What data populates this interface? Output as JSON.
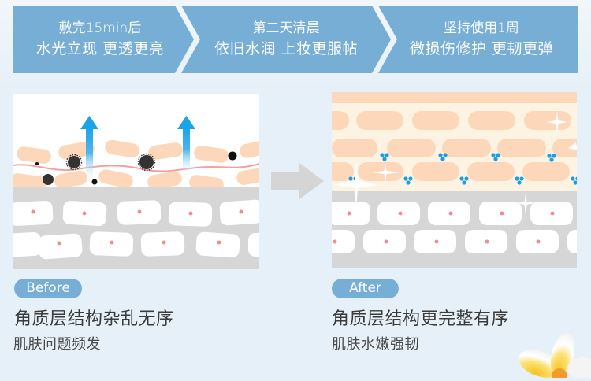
{
  "banner": {
    "steps": [
      {
        "line1": "敷完15min后",
        "line2": "水光立现 更透更亮"
      },
      {
        "line1": "第二天清晨",
        "line2": "依旧水润 上妆更服帖"
      },
      {
        "line1": "坚持使用1周",
        "line2": "微损伤修护 更韧更弹"
      }
    ],
    "color": "#76aed6"
  },
  "comparison": {
    "before": {
      "badge": "Before",
      "heading": "角质层结构杂乱无序",
      "subheading": "肌肤问题频发"
    },
    "after": {
      "badge": "After",
      "heading": "角质层结构更完整有序",
      "subheading": "肌肤水嫩强韧"
    },
    "arrow_icon": "right-arrow-icon"
  },
  "colors": {
    "background": "#e6f0f8",
    "accent_blue": "#76aed6",
    "cell_peach": "#fdd7b9",
    "cell_cream": "#fdf3e2",
    "dermis_gray": "#d6d6d6",
    "nucleus_pink": "#f28a8f",
    "water_blue": "#1a9de3",
    "arrow_gray": "#d5d5d5",
    "text_dark": "#3b3b3b"
  }
}
